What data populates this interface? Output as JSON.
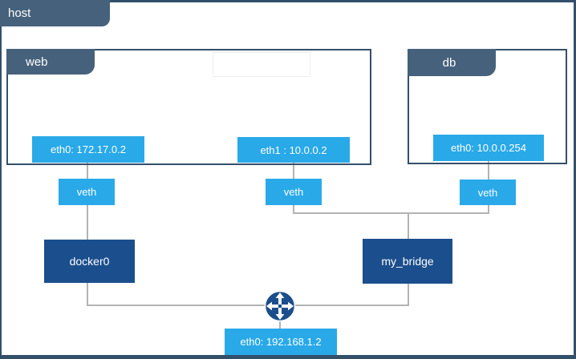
{
  "host": {
    "label": "host"
  },
  "containers": [
    {
      "label": "web",
      "interfaces": [
        {
          "label": "eth0: 172.17.0.2"
        },
        {
          "label": "eth1 : 10.0.0.2"
        }
      ]
    },
    {
      "label": "db",
      "interfaces": [
        {
          "label": "eth0: 10.0.0.254"
        }
      ]
    }
  ],
  "veths": [
    {
      "label": "veth"
    },
    {
      "label": "veth"
    },
    {
      "label": "veth"
    }
  ],
  "bridges": [
    {
      "label": "docker0"
    },
    {
      "label": "my_bridge"
    }
  ],
  "host_interface": {
    "label": "eth0: 192.168.1.2"
  },
  "icons": {
    "router": "router-icon"
  },
  "colors": {
    "accent_blue": "#29A9E8",
    "navy": "#1B4E8C",
    "slate_tab": "#46617B",
    "box_border": "#33506A",
    "connector_gray": "#B3B3B3",
    "background": "#FFFFFF",
    "text_on_fill": "#FFFFFF"
  }
}
